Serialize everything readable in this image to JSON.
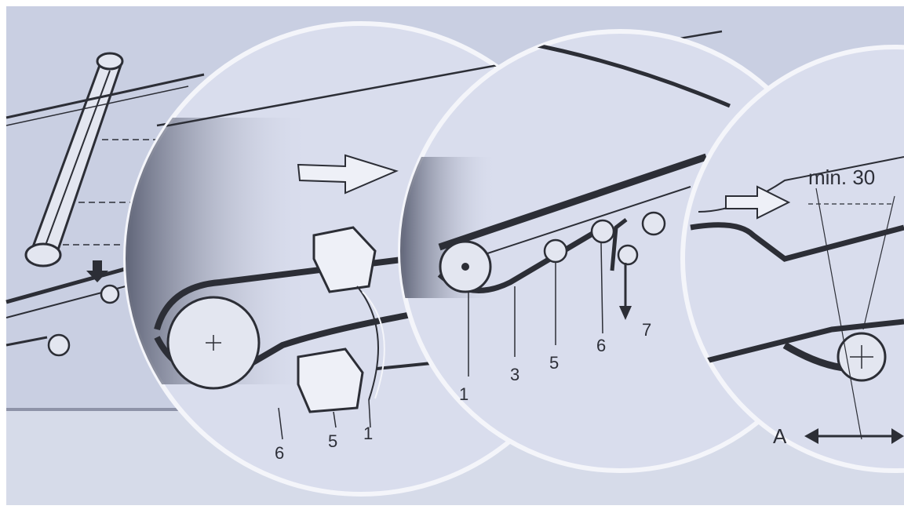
{
  "colors": {
    "background": "#c9cfe2",
    "panel": "#dde1ee",
    "line": "#2c2e36",
    "light_line": "#f4f5fa"
  },
  "labels": {
    "detail_a": {
      "n6": "6",
      "n5": "5",
      "n1": "1"
    },
    "detail_b": {
      "n1": "1",
      "n3": "3",
      "n5": "5",
      "n6": "6",
      "n7": "7"
    },
    "detail_c": {
      "min_distance": "min. 30",
      "axis_a": "A"
    }
  }
}
